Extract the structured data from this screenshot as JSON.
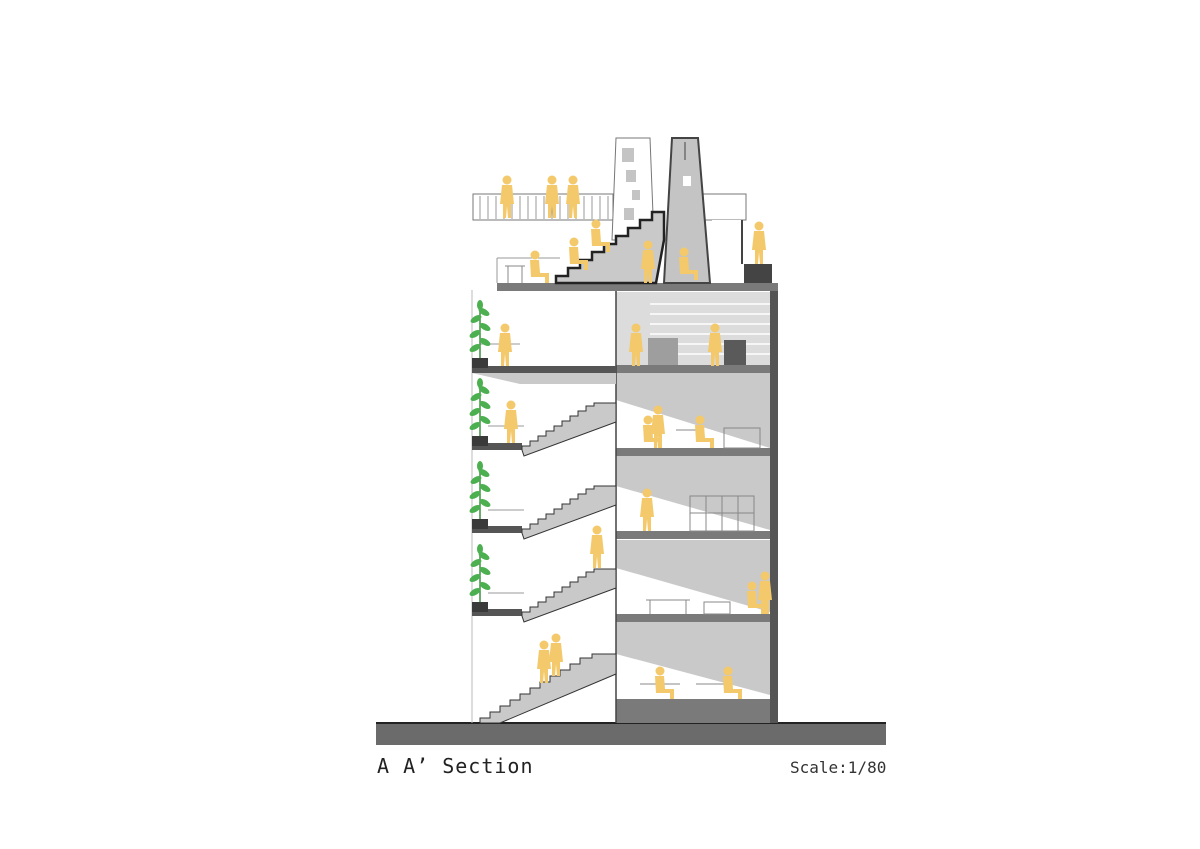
{
  "drawing": {
    "title": "A A’ Section",
    "scale": "Scale:1/80"
  },
  "colors": {
    "background": "#ffffff",
    "ground": "#6b6b6b",
    "slab": "#7a7a7a",
    "concrete": "#c9c9c9",
    "wall_dark": "#555555",
    "figure": "#f3c96b",
    "plant": "#4caf50",
    "line": "#333333"
  },
  "elements": {
    "figures": "person-silhouette",
    "plants": "bamboo-plant",
    "tower": "chimney-tower"
  }
}
